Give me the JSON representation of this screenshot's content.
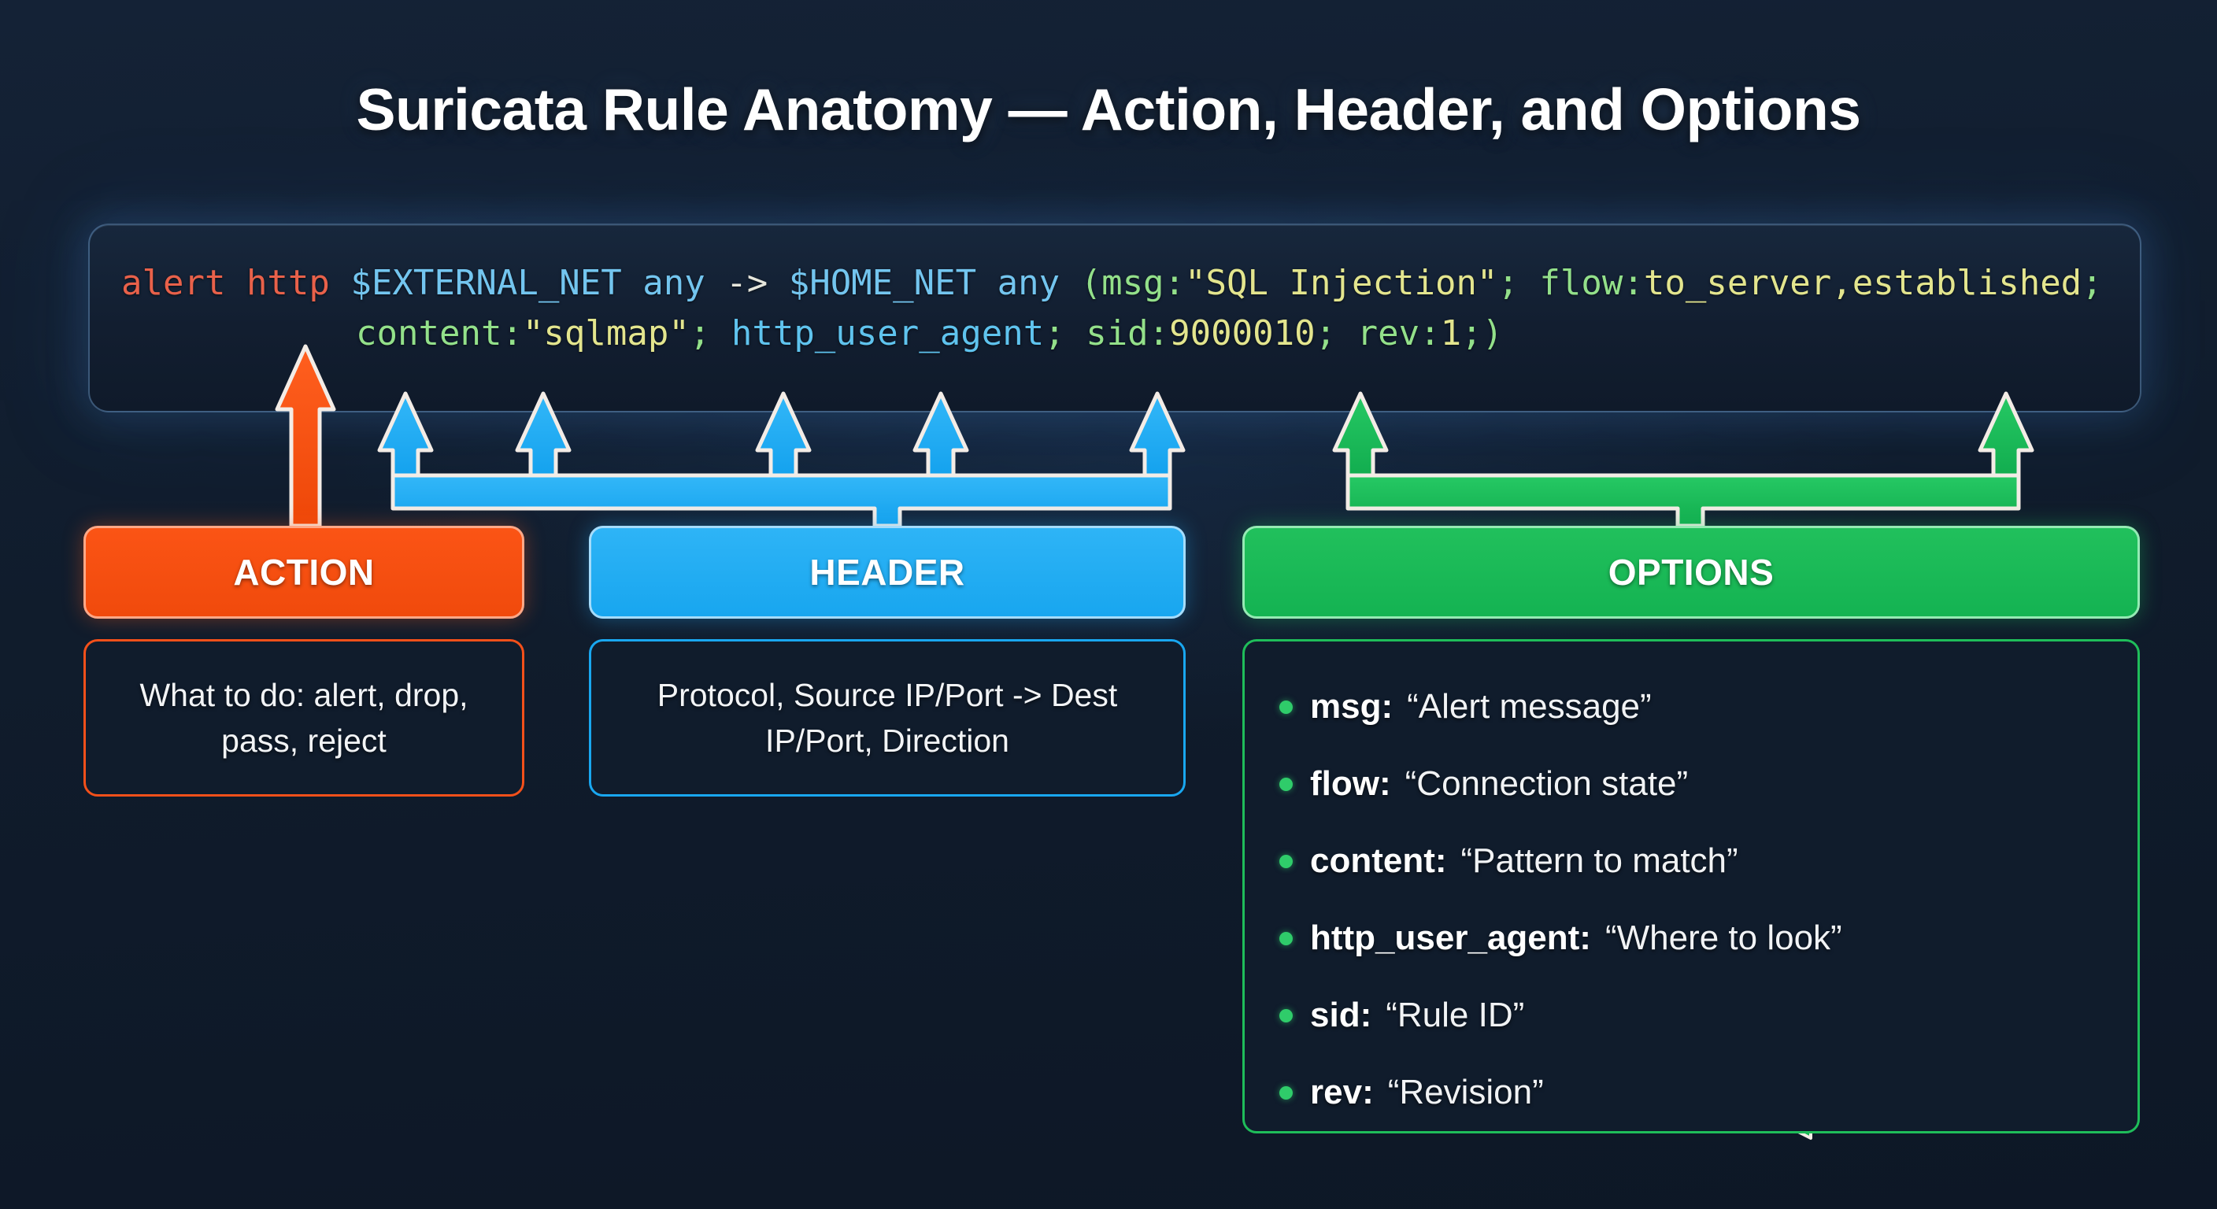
{
  "title": "Suricata Rule Anatomy — Action, Header, and Options",
  "code": {
    "line1": {
      "action": "alert http ",
      "header": "$EXTERNAL_NET any ",
      "dir_op": "->",
      "header2": " $HOME_NET any ",
      "open_paren": "(",
      "msg_key": "msg",
      "msg_sep": ":",
      "msg_val": "\"SQL Injection\"",
      "semi1": "; ",
      "flow_key": "flow",
      "flow_sep": ":",
      "flow_val": "to_server,established",
      "semi2": ";"
    },
    "line2": {
      "content_key": "content",
      "content_sep": ":",
      "content_val": "\"sqlmap\"",
      "semi1": "; ",
      "buffer": "http_user_agent",
      "semi2": "; ",
      "sid_key": "sid",
      "sid_sep": ":",
      "sid_val": "9000010",
      "semi3": "; ",
      "rev_key": "rev",
      "rev_sep": ":",
      "rev_val": "1",
      "close": ";)"
    },
    "full_rule": "alert http $EXTERNAL_NET any -> $HOME_NET any (msg:\"SQL Injection\"; flow:to_server,established; content:\"sqlmap\"; http_user_agent; sid:9000010; rev:1;)"
  },
  "sections": {
    "action": {
      "label": "ACTION",
      "description": "What to do: alert, drop, pass, reject",
      "color": "#F4501A",
      "border": "#FFA887"
    },
    "header": {
      "label": "HEADER",
      "description": "Protocol, Source IP/Port -> Dest IP/Port, Direction",
      "color": "#19A7F0",
      "border": "#A5DCFB"
    },
    "options": {
      "label": "OPTIONS",
      "color": "#1FBD5A",
      "border": "#95EAB4",
      "items": [
        {
          "key": "msg:",
          "desc": "“Alert message”"
        },
        {
          "key": "flow:",
          "desc": "“Connection state”"
        },
        {
          "key": "content:",
          "desc": "“Pattern to match”"
        },
        {
          "key": "http_user_agent:",
          "desc": "“Where to look”"
        },
        {
          "key": "sid:",
          "desc": "“Rule ID”"
        },
        {
          "key": "rev:",
          "desc": "“Revision”"
        }
      ]
    }
  },
  "colors": {
    "background": "#101C2C",
    "title_text": "#FFFFFF",
    "code_action": "#E8614A",
    "code_header": "#73C5EF",
    "code_keyword": "#93E08A",
    "code_value": "#E3E58E",
    "code_buffer": "#5FC3EE",
    "accent_orange": "#F4501A",
    "accent_blue": "#19A7F0",
    "accent_green": "#1FBD5A"
  }
}
